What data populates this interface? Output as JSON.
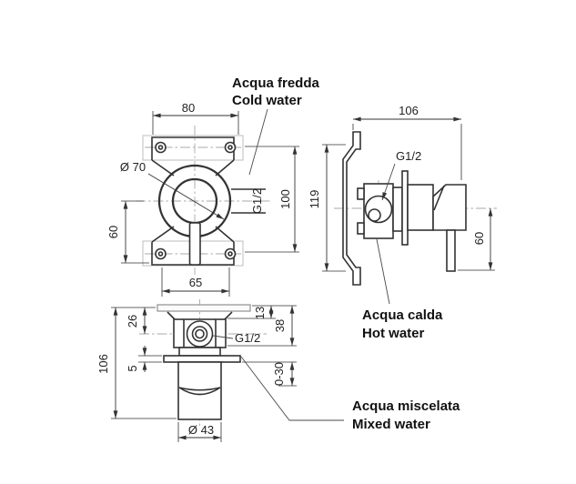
{
  "title": "Built-in shower mixer installation drawing",
  "labels": {
    "cold_it": "Acqua fredda",
    "cold_en": "Cold water",
    "hot_it": "Acqua calda",
    "hot_en": "Hot water",
    "mixed_it": "Acqua miscelata",
    "mixed_en": "Mixed water"
  },
  "front_view": {
    "dim_80": "80",
    "dim_diameter": "Ø 70",
    "dim_60": "60",
    "dim_100": "100",
    "dim_65": "65",
    "thread": "G1/2"
  },
  "side_view": {
    "dim_106": "106",
    "dim_119": "119",
    "dim_60": "60",
    "thread": "G1/2"
  },
  "bottom_view": {
    "dim_106": "106",
    "dim_26": "26",
    "dim_13": "13",
    "dim_38": "38",
    "dim_5": "5",
    "dim_0_30": "0-30",
    "dim_43": "Ø 43",
    "thread": "G1/2"
  },
  "colors": {
    "line": "#333333",
    "light_line": "#bdbdbd",
    "centerline": "#a9a9a9",
    "background": "#ffffff",
    "text": "#222222"
  }
}
